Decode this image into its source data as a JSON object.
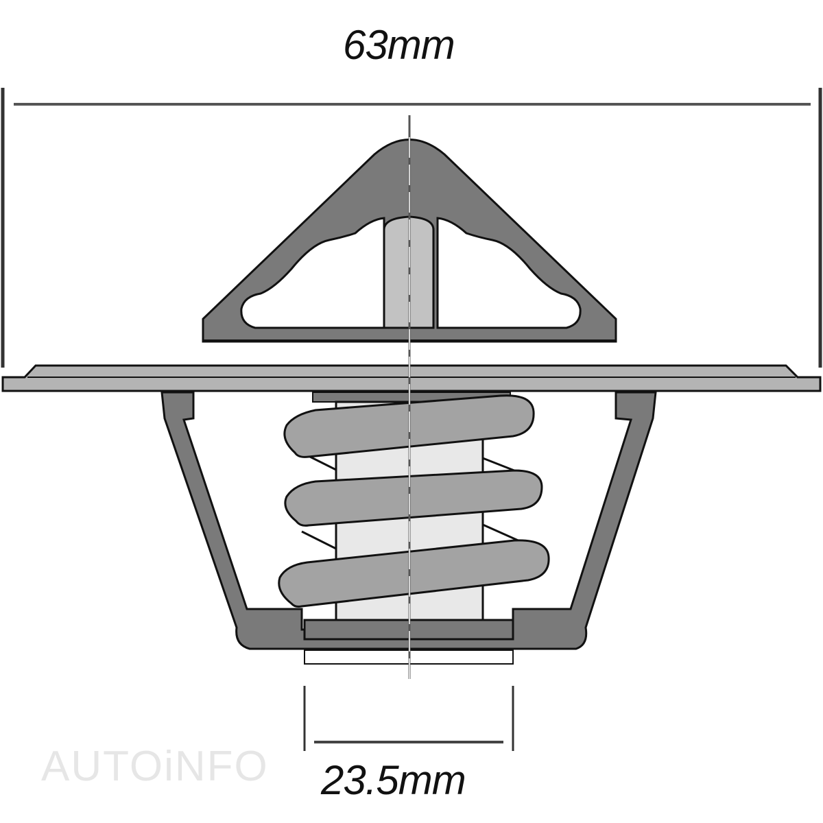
{
  "diagram": {
    "subject": "Thermostat cross-section",
    "dimensions": {
      "overall_width": "63mm",
      "valve_diameter": "23.5mm"
    },
    "watermark": "AUTOiNFO",
    "colors": {
      "body_dark": "#7a7a7a",
      "spring": "#a3a3a3",
      "flange": "#b4b4b4",
      "pin": "#c2c2c2",
      "cylinder": "#e8e8e8",
      "outline": "#111111",
      "watermark": "#e6e6e6"
    },
    "components": [
      "bridge",
      "pin",
      "flange",
      "cage",
      "spring",
      "wax-cylinder",
      "valve-plate",
      "centerline"
    ]
  }
}
